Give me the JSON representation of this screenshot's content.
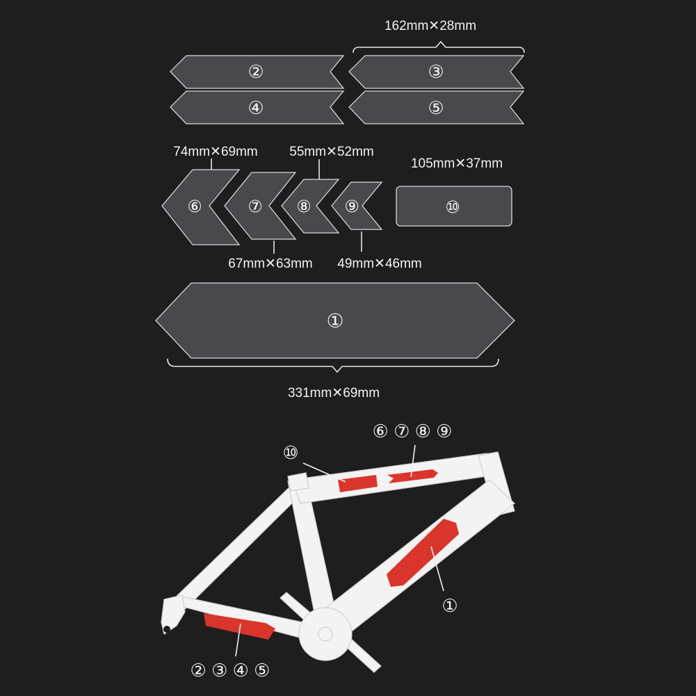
{
  "dimensions": {
    "strip": "162mm✕28mm",
    "piece_6": "74mm✕69mm",
    "piece_8": "55mm✕52mm",
    "piece_10": "105mm✕37mm",
    "piece_7": "67mm✕63mm",
    "piece_9": "49mm✕46mm",
    "piece_1": "331mm✕69mm"
  },
  "film_labels": {
    "p1": "①",
    "p2": "②",
    "p3": "③",
    "p4": "④",
    "p5": "⑤",
    "p6": "⑥",
    "p7": "⑦",
    "p8": "⑧",
    "p9": "⑨",
    "p10": "⑩"
  },
  "frame_labels": {
    "top_tube_arrows": "⑥ ⑦ ⑧ ⑨",
    "top_tube_rect": "⑩",
    "down_tube": "①",
    "chainstay": "② ③ ④ ⑤"
  },
  "colors": {
    "background": "#1e1e1f",
    "film": "#6e6e72",
    "decal": "#d9352b",
    "frame": "#f3f3f3"
  }
}
